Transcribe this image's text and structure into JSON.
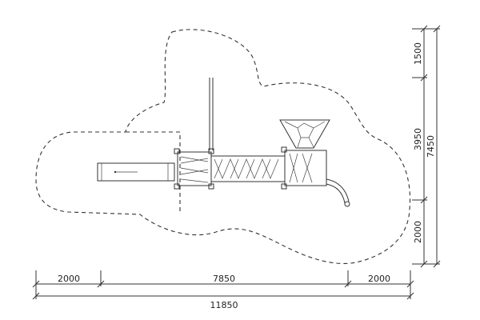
{
  "dimensions": {
    "horizontal": {
      "left": "2000",
      "middle": "7850",
      "right": "2000",
      "total": "11850"
    },
    "vertical": {
      "top": "1500",
      "middle": "3950",
      "bottom": "2000",
      "total": "7450"
    }
  }
}
